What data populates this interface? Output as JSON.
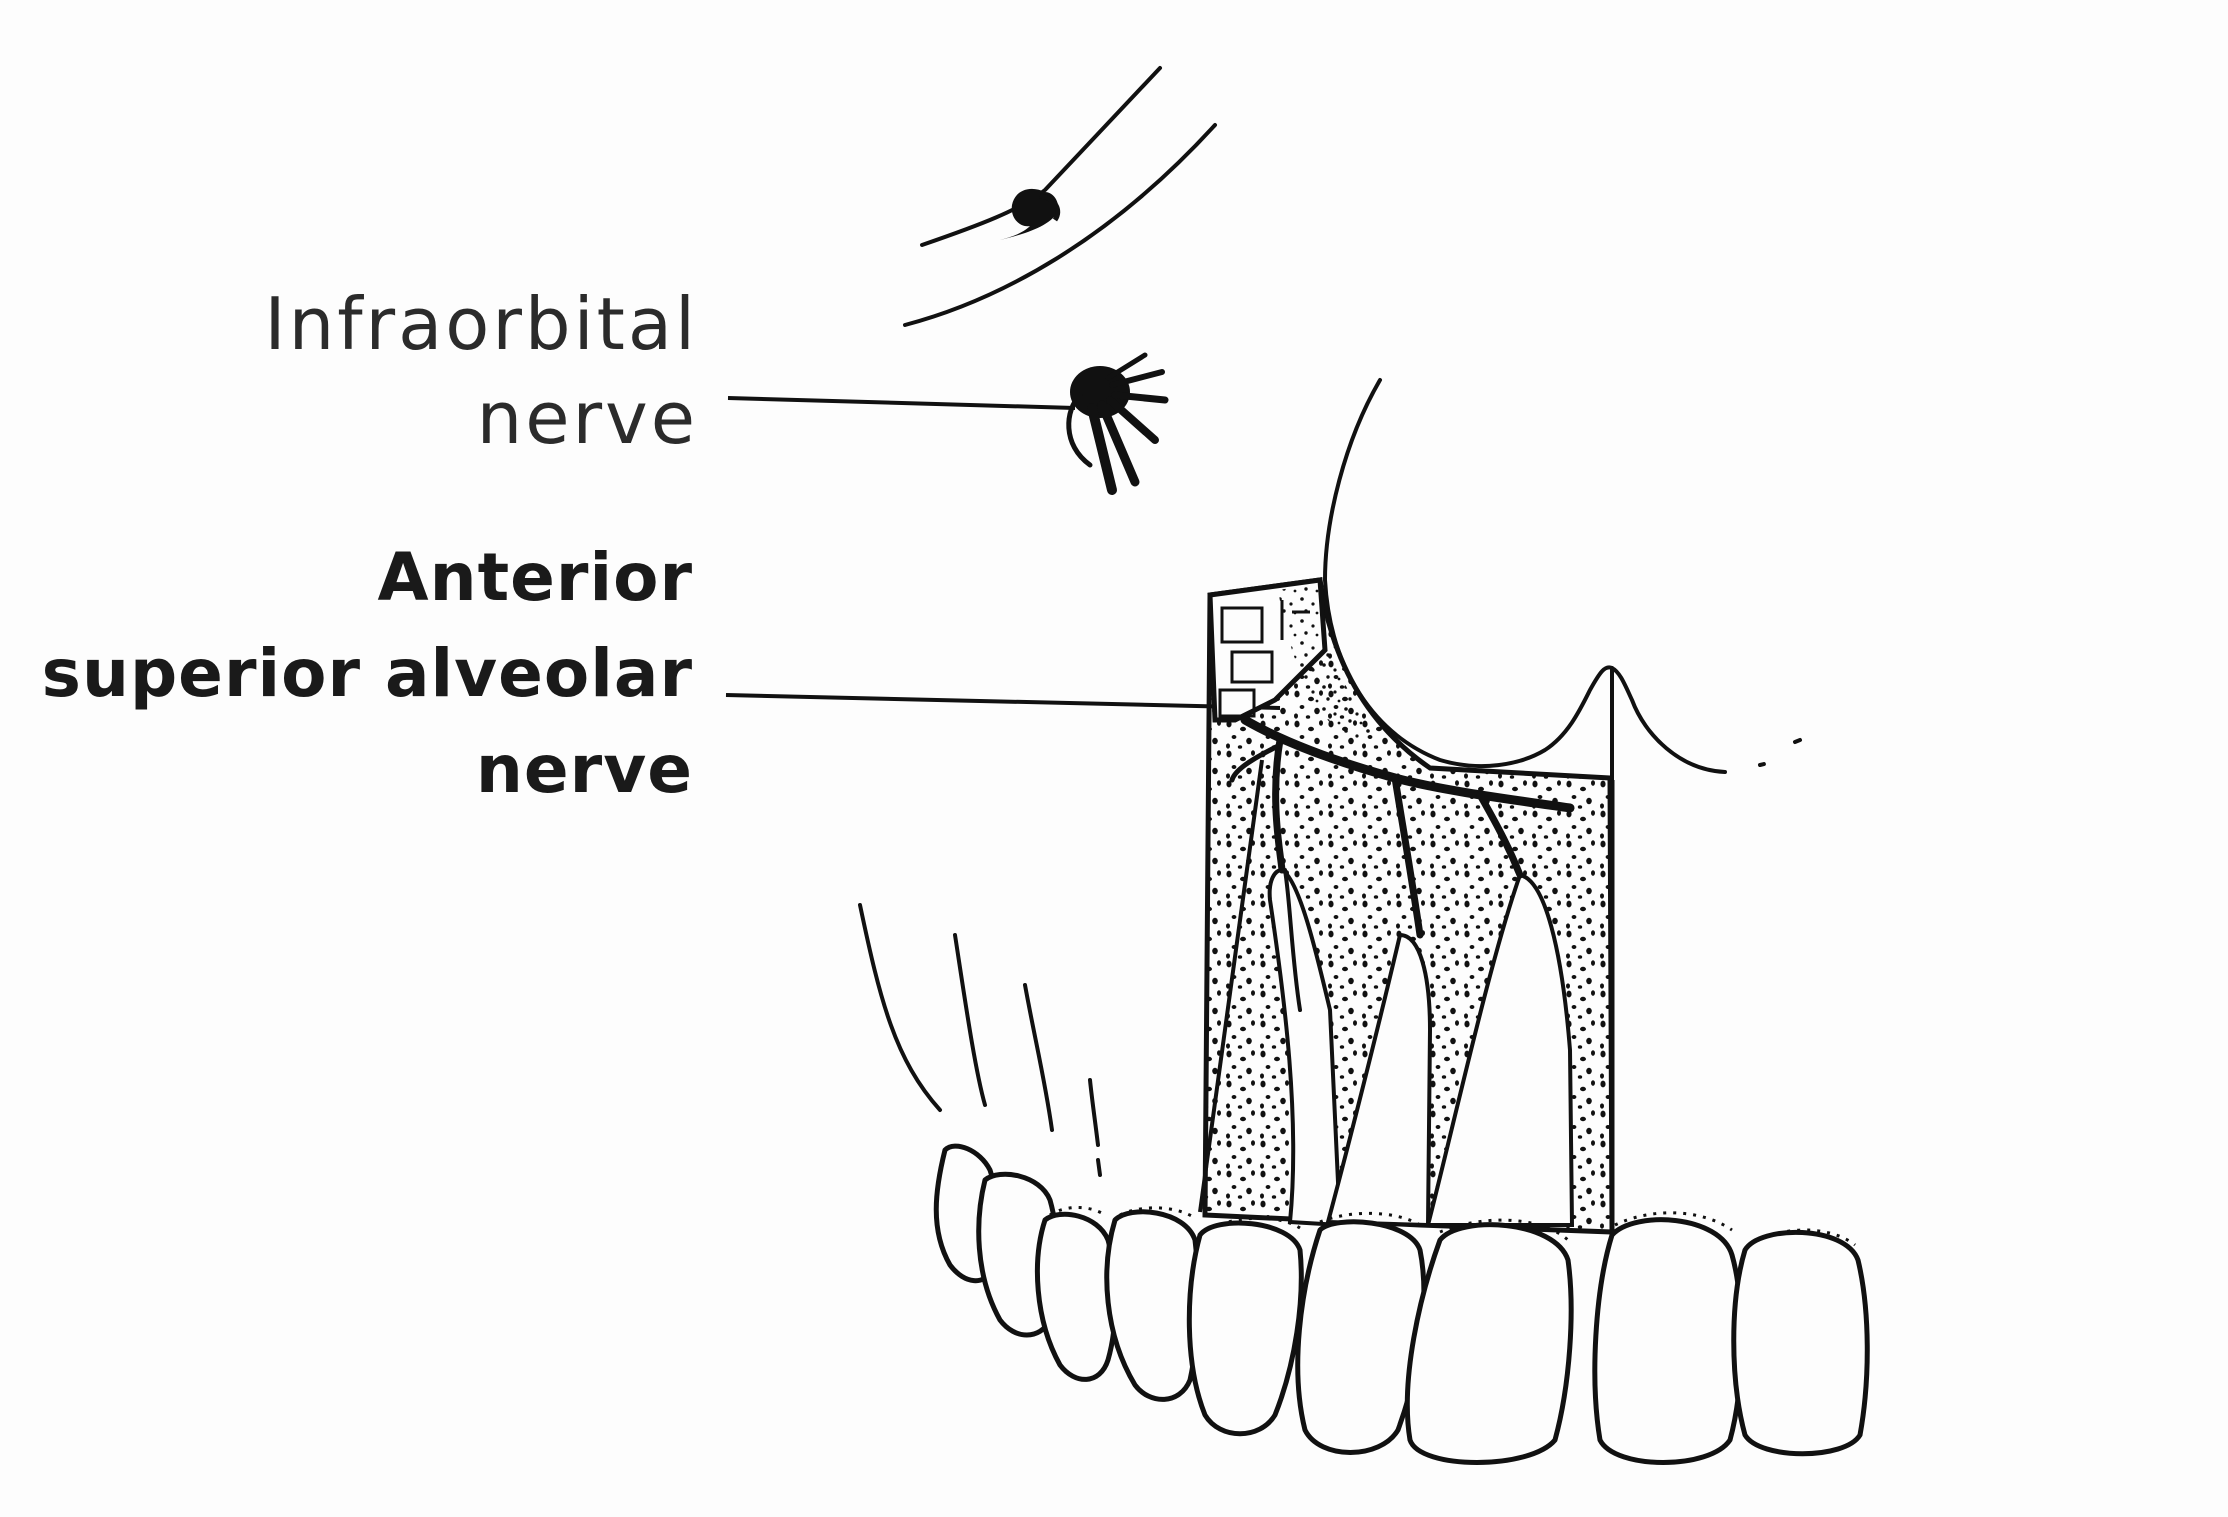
{
  "labels": {
    "infraorbital": {
      "line1": "Infraorbital",
      "line2": "nerve"
    },
    "anterior_superior_alveolar": {
      "line1": "Anterior",
      "line2": "superior alveolar",
      "line3": "nerve"
    }
  },
  "colors": {
    "ink": "#111111",
    "paper": "#fdfdfd"
  }
}
